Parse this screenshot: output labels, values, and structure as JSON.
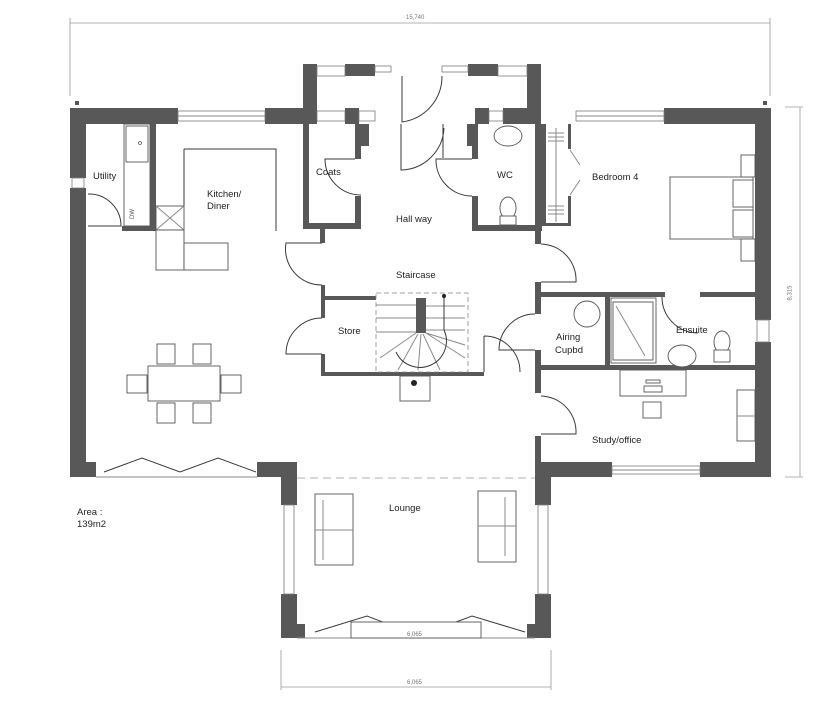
{
  "plan": {
    "type": "floor-plan",
    "total_area_label": "Area :",
    "total_area_value": "139m2",
    "dimensions": {
      "overall_width": "15,740",
      "overall_depth": "8,315",
      "lounge_width_outer": "6,065",
      "lounge_width_inner": "6,065"
    },
    "rooms": {
      "utility": "Utility",
      "kitchen_line1": "Kitchen/",
      "kitchen_line2": "Diner",
      "coats": "Coats",
      "hallway": "Hall way",
      "wc": "WC",
      "bedroom": "Bedroom 4",
      "staircase": "Staircase",
      "store": "Store",
      "airing_line1": "Airing",
      "airing_line2": "Cupbd",
      "ensuite": "Ensuite",
      "study": "Study/office",
      "lounge": "Lounge"
    },
    "appliance_labels": {
      "dishwasher": "DW"
    },
    "colors": {
      "wall": "#585858",
      "line": "#3a3a3a",
      "background": "#ffffff"
    }
  }
}
